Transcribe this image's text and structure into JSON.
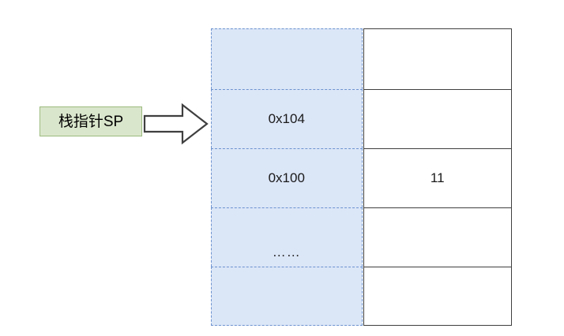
{
  "diagram": {
    "title": "stack-pointer-memory-diagram",
    "pointer": {
      "label": "栈指针SP",
      "arrow_icon": "right-block-arrow-icon",
      "box_fill": "#dae6cc",
      "box_border": "#9cbb7f"
    },
    "table": {
      "address_column": {
        "fill": "#dbe6f7",
        "border": "#6d93cf",
        "border_style": "dashed"
      },
      "value_column": {
        "fill": "#ffffff",
        "border": "#3f3f3f",
        "border_style": "solid"
      },
      "rows": [
        {
          "address": "",
          "value": ""
        },
        {
          "address": "0x104",
          "value": ""
        },
        {
          "address": "0x100",
          "value": "11"
        },
        {
          "address": "……",
          "value": ""
        },
        {
          "address": "",
          "value": ""
        }
      ]
    }
  }
}
